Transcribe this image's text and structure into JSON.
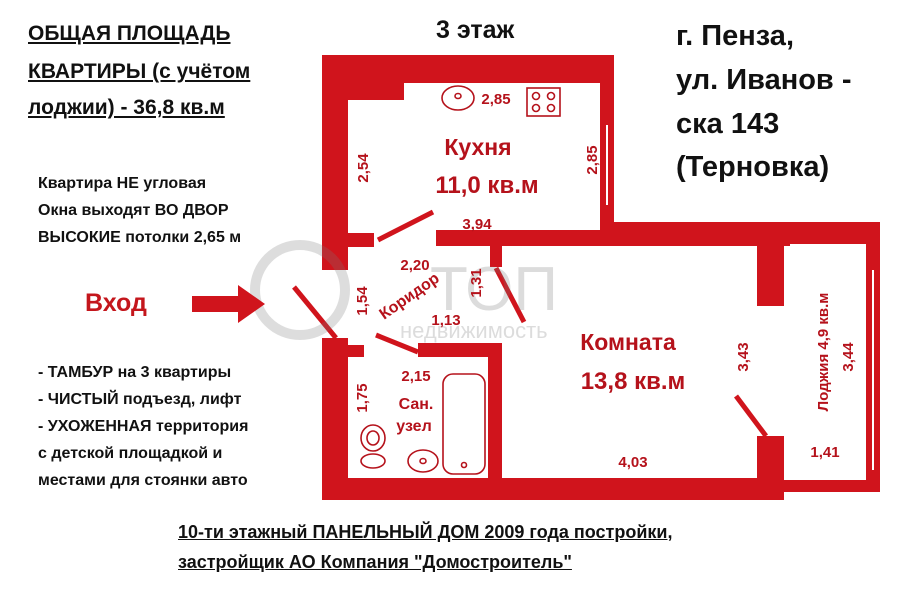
{
  "header": {
    "total_area_line1": "ОБЩАЯ ПЛОЩАДЬ",
    "total_area_line2": "КВАРТИРЫ (с учётом",
    "total_area_line3": "лоджии) - 36,8 кв.м",
    "floor": "3 этаж",
    "address_line1": "г. Пенза,",
    "address_line2": "ул. Иванов -",
    "address_line3": "ска 143",
    "address_line4": "(Терновка)"
  },
  "features": [
    "Квартира НЕ угловая",
    "Окна выходят ВО ДВОР",
    "ВЫСОКИЕ потолки 2,65 м"
  ],
  "entrance": "Вход",
  "extras": [
    "- ТАМБУР на 3 квартиры",
    "- ЧИСТЫЙ подъезд, лифт",
    "- УХОЖЕННАЯ территория",
    "с детской площадкой и",
    "местами для стоянки авто"
  ],
  "footer": {
    "line1": "10-ти этажный ПАНЕЛЬНЫЙ ДОМ 2009 года постройки,",
    "line2": "застройщик АО Компания \"Домостроитель\""
  },
  "plan": {
    "kitchen_name": "Кухня",
    "kitchen_area": "11,0 кв.м",
    "room_name": "Комната",
    "room_area": "13,8 кв.м",
    "corridor_name": "Коридор",
    "bath_name1": "Сан.",
    "bath_name2": "узел",
    "loggia_name": "Лоджия 4,9 кв.м",
    "dims": {
      "kitchen_top": "2,85",
      "kitchen_left": "2,54",
      "kitchen_right": "2,85",
      "kitchen_bottom": "3,94",
      "corridor_top": "2,20",
      "corridor_left": "1,54",
      "corridor_right": "1,31",
      "corridor_bottom": "1,13",
      "bath_top": "2,15",
      "bath_left": "1,75",
      "room_right": "3,43",
      "room_bottom": "4,03",
      "loggia_length": "3,44",
      "loggia_width": "1,41"
    }
  },
  "watermark": {
    "line1": "ТОП",
    "line2": "недвижимость"
  },
  "colors": {
    "wall": "#d0141c",
    "text_red": "#b5121b"
  }
}
